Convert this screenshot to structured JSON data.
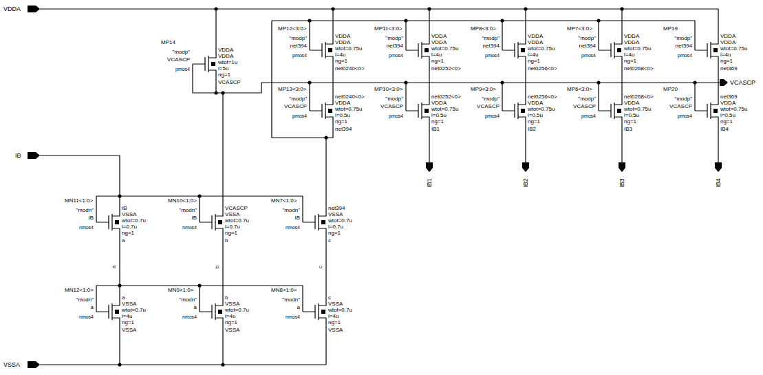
{
  "diagram": {
    "labels": [
      "VDDA",
      "VCASCP",
      "IB",
      "VSSA",
      "IB1",
      "IB2",
      "IB3",
      "IB4",
      "a",
      "b",
      "c",
      "MP14",
      "VDDA",
      "\"modp\"",
      "VCASCP",
      "VDDA",
      "wtot=1u",
      "l=5u",
      "ng=1",
      "VCASCP",
      "pmos4",
      "MP12<3:0>",
      "VDDA",
      "\"modp\"",
      "net394",
      "VDDA",
      "wtot=0.75u",
      "l=4u",
      "ng=1",
      "net0240<0>",
      "pmos4",
      "MP11<3:0>",
      "VDDA",
      "\"modp\"",
      "net394",
      "VDDA",
      "wtot=0.75u",
      "l=4u",
      "ng=1",
      "net0252<0>",
      "pmos4",
      "MP8<3:0>",
      "VDDA",
      "\"modp\"",
      "net394",
      "VDDA",
      "wtot=0.75u",
      "l=4u",
      "ng=1",
      "net0256<0>",
      "pmos4",
      "MP7<3:0>",
      "VDDA",
      "\"modp\"",
      "net394",
      "VDDA",
      "wtot=0.75u",
      "l=4u",
      "ng=1",
      "net0268<0>",
      "pmos4",
      "MP19",
      "VDDA",
      "\"modp\"",
      "net394",
      "VDDA",
      "wtot=0.75u",
      "l=4u",
      "ng=1",
      "net369",
      "pmos4",
      "MP13<3:0>",
      "net0240<0>",
      "\"modp\"",
      "VCASCP",
      "VDDA",
      "wtot=0.75u",
      "l=0.5u",
      "ng=1",
      "net394",
      "pmos4",
      "MP10<3:0>",
      "net0252<0>",
      "\"modp\"",
      "VCASCP",
      "VDDA",
      "wtot=0.75u",
      "l=0.5u",
      "ng=1",
      "IB1",
      "pmos4",
      "MP9<3:0>",
      "net0256<0>",
      "\"modp\"",
      "VCASCP",
      "VDDA",
      "wtot=0.75u",
      "l=0.5u",
      "ng=1",
      "IB2",
      "pmos4",
      "MP6<3:0>",
      "net0268<0>",
      "\"modp\"",
      "VCASCP",
      "VDDA",
      "wtot=0.75u",
      "l=0.5u",
      "ng=1",
      "IB3",
      "pmos4",
      "MP20",
      "net369",
      "\"modp\"",
      "VCASCP",
      "VDDA",
      "wtot=0.75u",
      "l=0.5u",
      "ng=1",
      "IB4",
      "pmos4",
      "MN11<1:0>",
      "IB",
      "\"modn\"",
      "IB",
      "VSSA",
      "wtot=0.7u",
      "l=0.7u",
      "ng=1",
      "a",
      "nmos4",
      "MN10<1:0>",
      "VCASCP",
      "\"modn\"",
      "IB",
      "VSSA",
      "wtot=0.7u",
      "l=0.7u",
      "ng=1",
      "b",
      "nmos4",
      "MN7<1:0>",
      "net394",
      "\"modn\"",
      "IB",
      "VSSA",
      "wtot=0.7u",
      "l=0.7u",
      "ng=1",
      "c",
      "nmos4",
      "MN12<1:0>",
      "a",
      "\"modn\"",
      "a",
      "VSSA",
      "wtot=0.7u",
      "l=4u",
      "ng=1",
      "VSSA",
      "nmos4",
      "MN9<1:0>",
      "b",
      "\"modn\"",
      "a",
      "VSSA",
      "wtot=0.7u",
      "l=4u",
      "ng=1",
      "VSSA",
      "nmos4",
      "MN8<1:0>",
      "c",
      "\"modn\"",
      "a",
      "VSSA",
      "wtot=0.7u",
      "l=4u",
      "ng=1",
      "VSSA",
      "nmos4"
    ]
  }
}
